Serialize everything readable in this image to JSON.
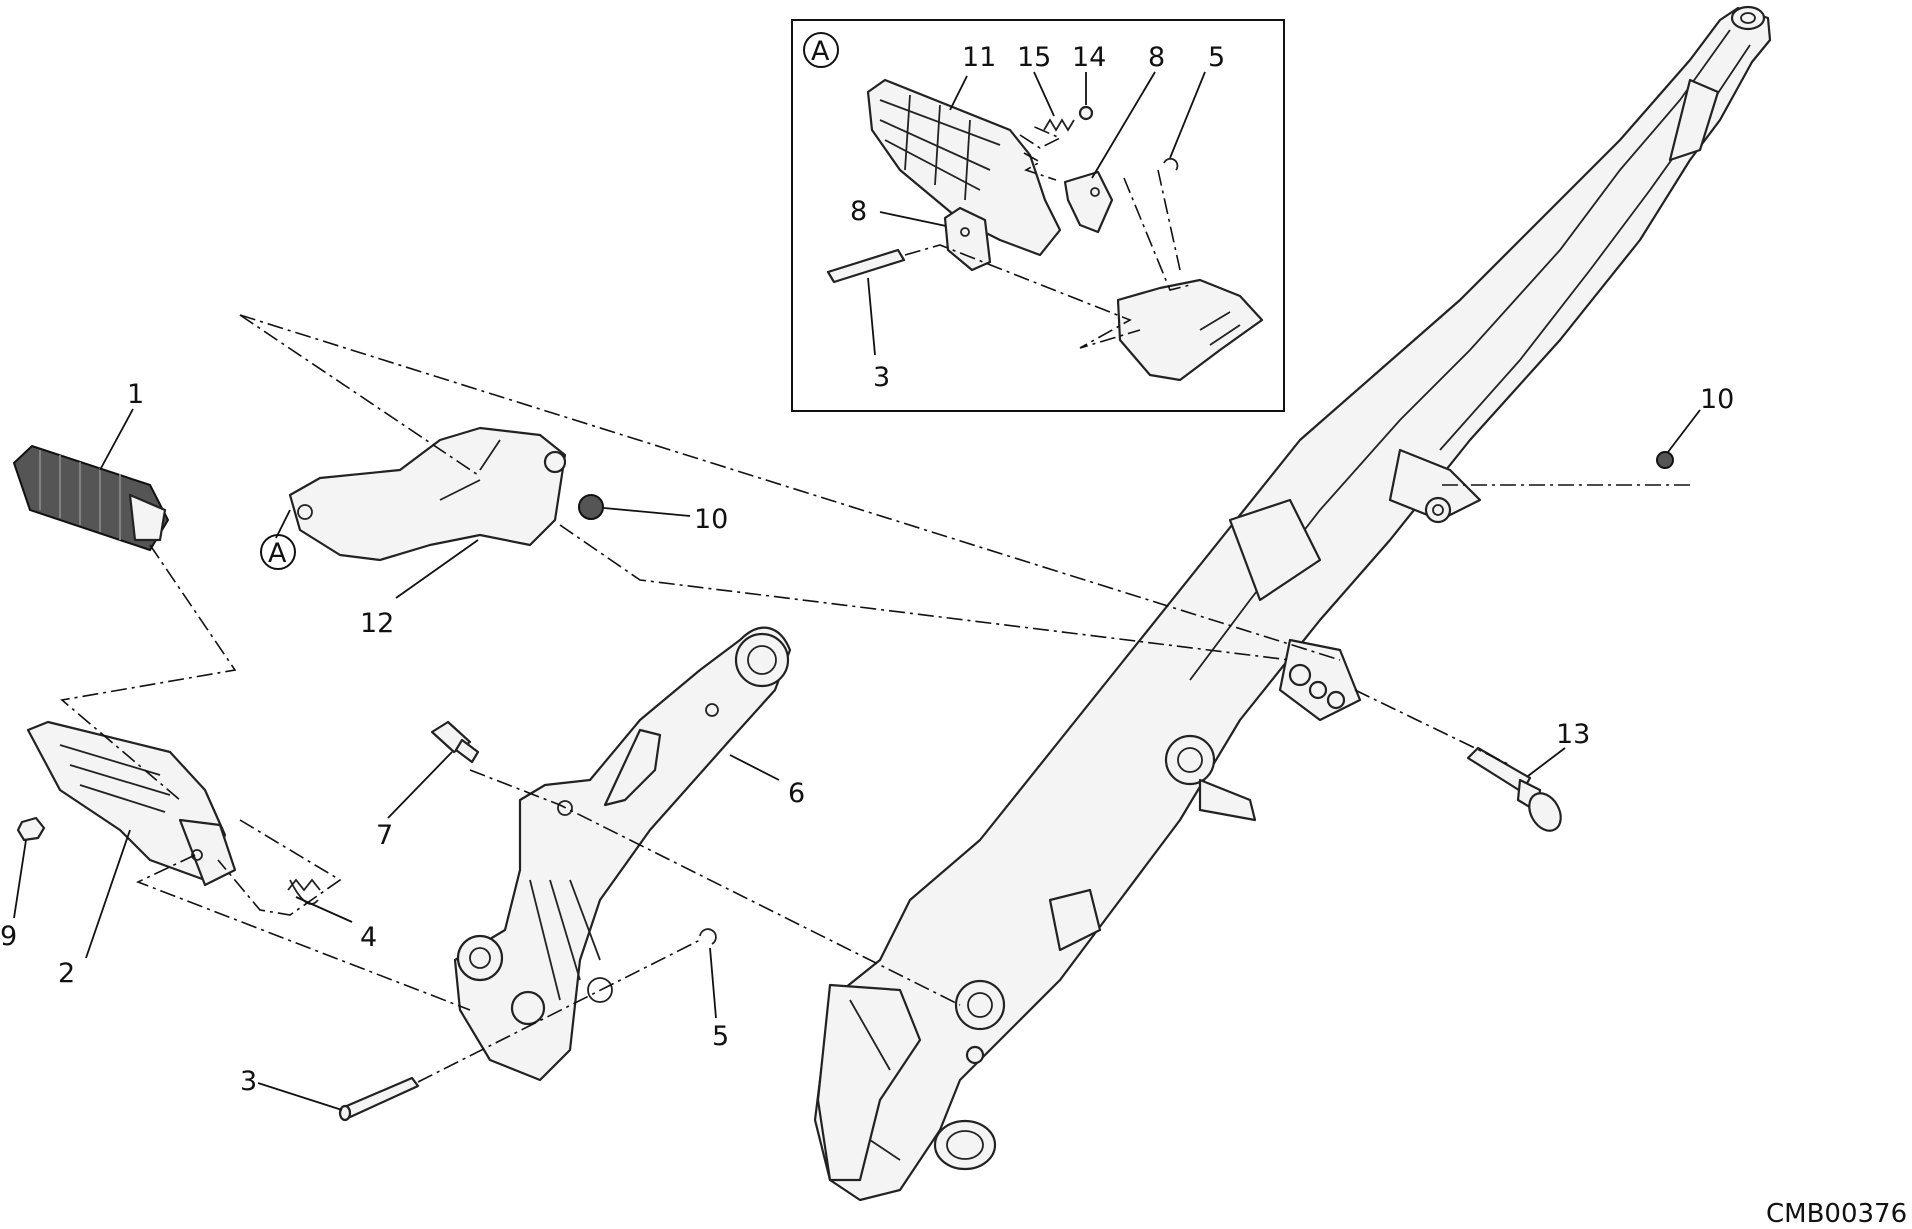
{
  "drawing_code": "CMB00376",
  "detail_view": {
    "marker": "A"
  },
  "callouts": {
    "main_1": "1",
    "main_2": "2",
    "main_3": "3",
    "main_4": "4",
    "main_5": "5",
    "main_6": "6",
    "main_7": "7",
    "main_9": "9",
    "main_10a": "10",
    "main_10b": "10",
    "main_12": "12",
    "main_13": "13",
    "main_a": "A",
    "inset_11": "11",
    "inset_15": "15",
    "inset_14": "14",
    "inset_8a": "8",
    "inset_5": "5",
    "inset_8b": "8",
    "inset_3": "3"
  }
}
